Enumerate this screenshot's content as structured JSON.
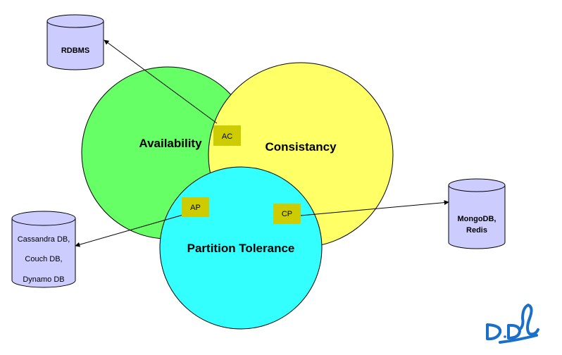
{
  "circles": {
    "availability": {
      "label": "Availability",
      "color": "#66ff66"
    },
    "consistancy": {
      "label": "Consistancy",
      "color": "#ffff66"
    },
    "partition": {
      "label": "Partition Tolerance",
      "color": "#33ffff"
    }
  },
  "boxes": {
    "ac": {
      "label": "AC",
      "color": "#cccc00"
    },
    "ap": {
      "label": "AP",
      "color": "#cccc00"
    },
    "cp": {
      "label": "CP",
      "color": "#cccc00"
    }
  },
  "databases": {
    "rdbms": {
      "lines": [
        "RDBMS"
      ],
      "color": "#ccccff"
    },
    "cassandra": {
      "lines": [
        "Cassandra DB,",
        "Couch DB,",
        "Dynamo DB"
      ],
      "color": "#ccccff"
    },
    "mongo": {
      "lines": [
        "MongoDB,",
        "Redis"
      ],
      "color": "#ccccff"
    }
  },
  "logo": {
    "icon": "signature-logo",
    "text": "D.D"
  }
}
